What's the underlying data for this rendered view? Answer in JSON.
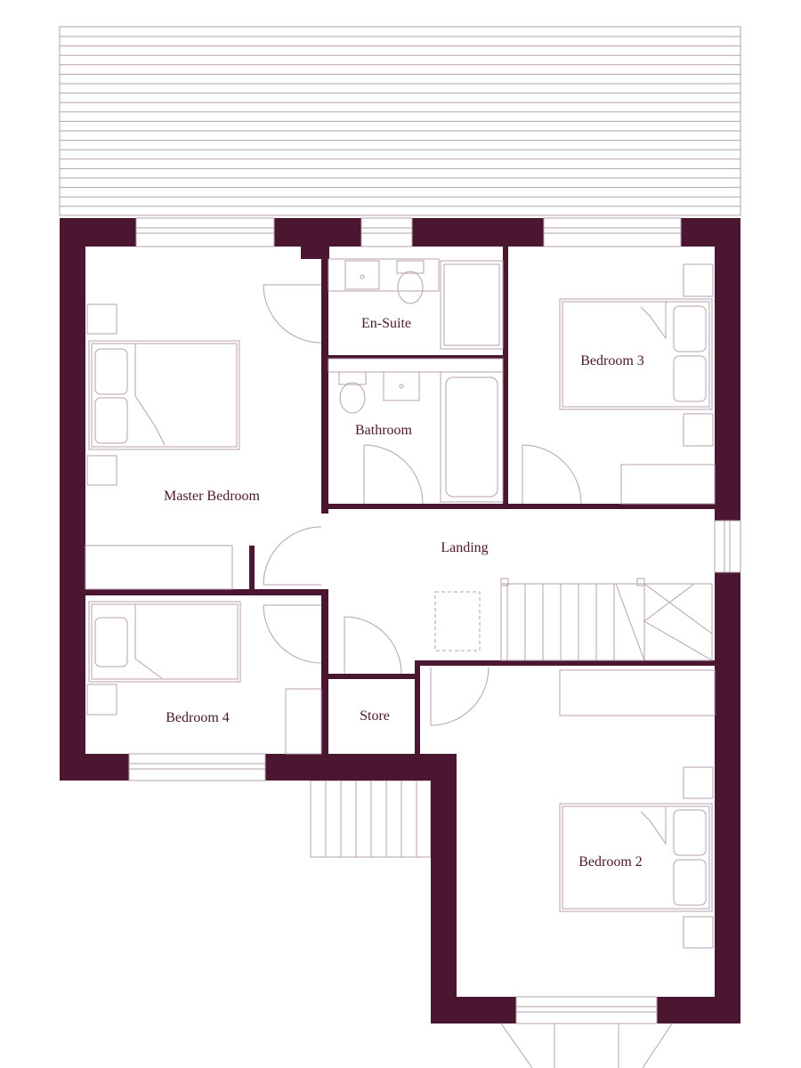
{
  "colors": {
    "wall": "#4b1630",
    "line": "#b7a0ab",
    "label": "#4a1730",
    "background": "#ffffff"
  },
  "rooms": [
    {
      "id": "master-bedroom",
      "label": "Master Bedroom"
    },
    {
      "id": "en-suite",
      "label": "En-Suite"
    },
    {
      "id": "bathroom",
      "label": "Bathroom"
    },
    {
      "id": "bedroom-3",
      "label": "Bedroom 3"
    },
    {
      "id": "landing",
      "label": "Landing"
    },
    {
      "id": "bedroom-4",
      "label": "Bedroom 4"
    },
    {
      "id": "store",
      "label": "Store"
    },
    {
      "id": "bedroom-2",
      "label": "Bedroom 2"
    }
  ],
  "icons": [
    "roof-icon",
    "window-icon",
    "door-swing-icon",
    "bed-icon",
    "toilet-icon",
    "basin-icon",
    "bath-icon",
    "shower-tray-icon",
    "staircase-icon",
    "loft-hatch-icon"
  ]
}
